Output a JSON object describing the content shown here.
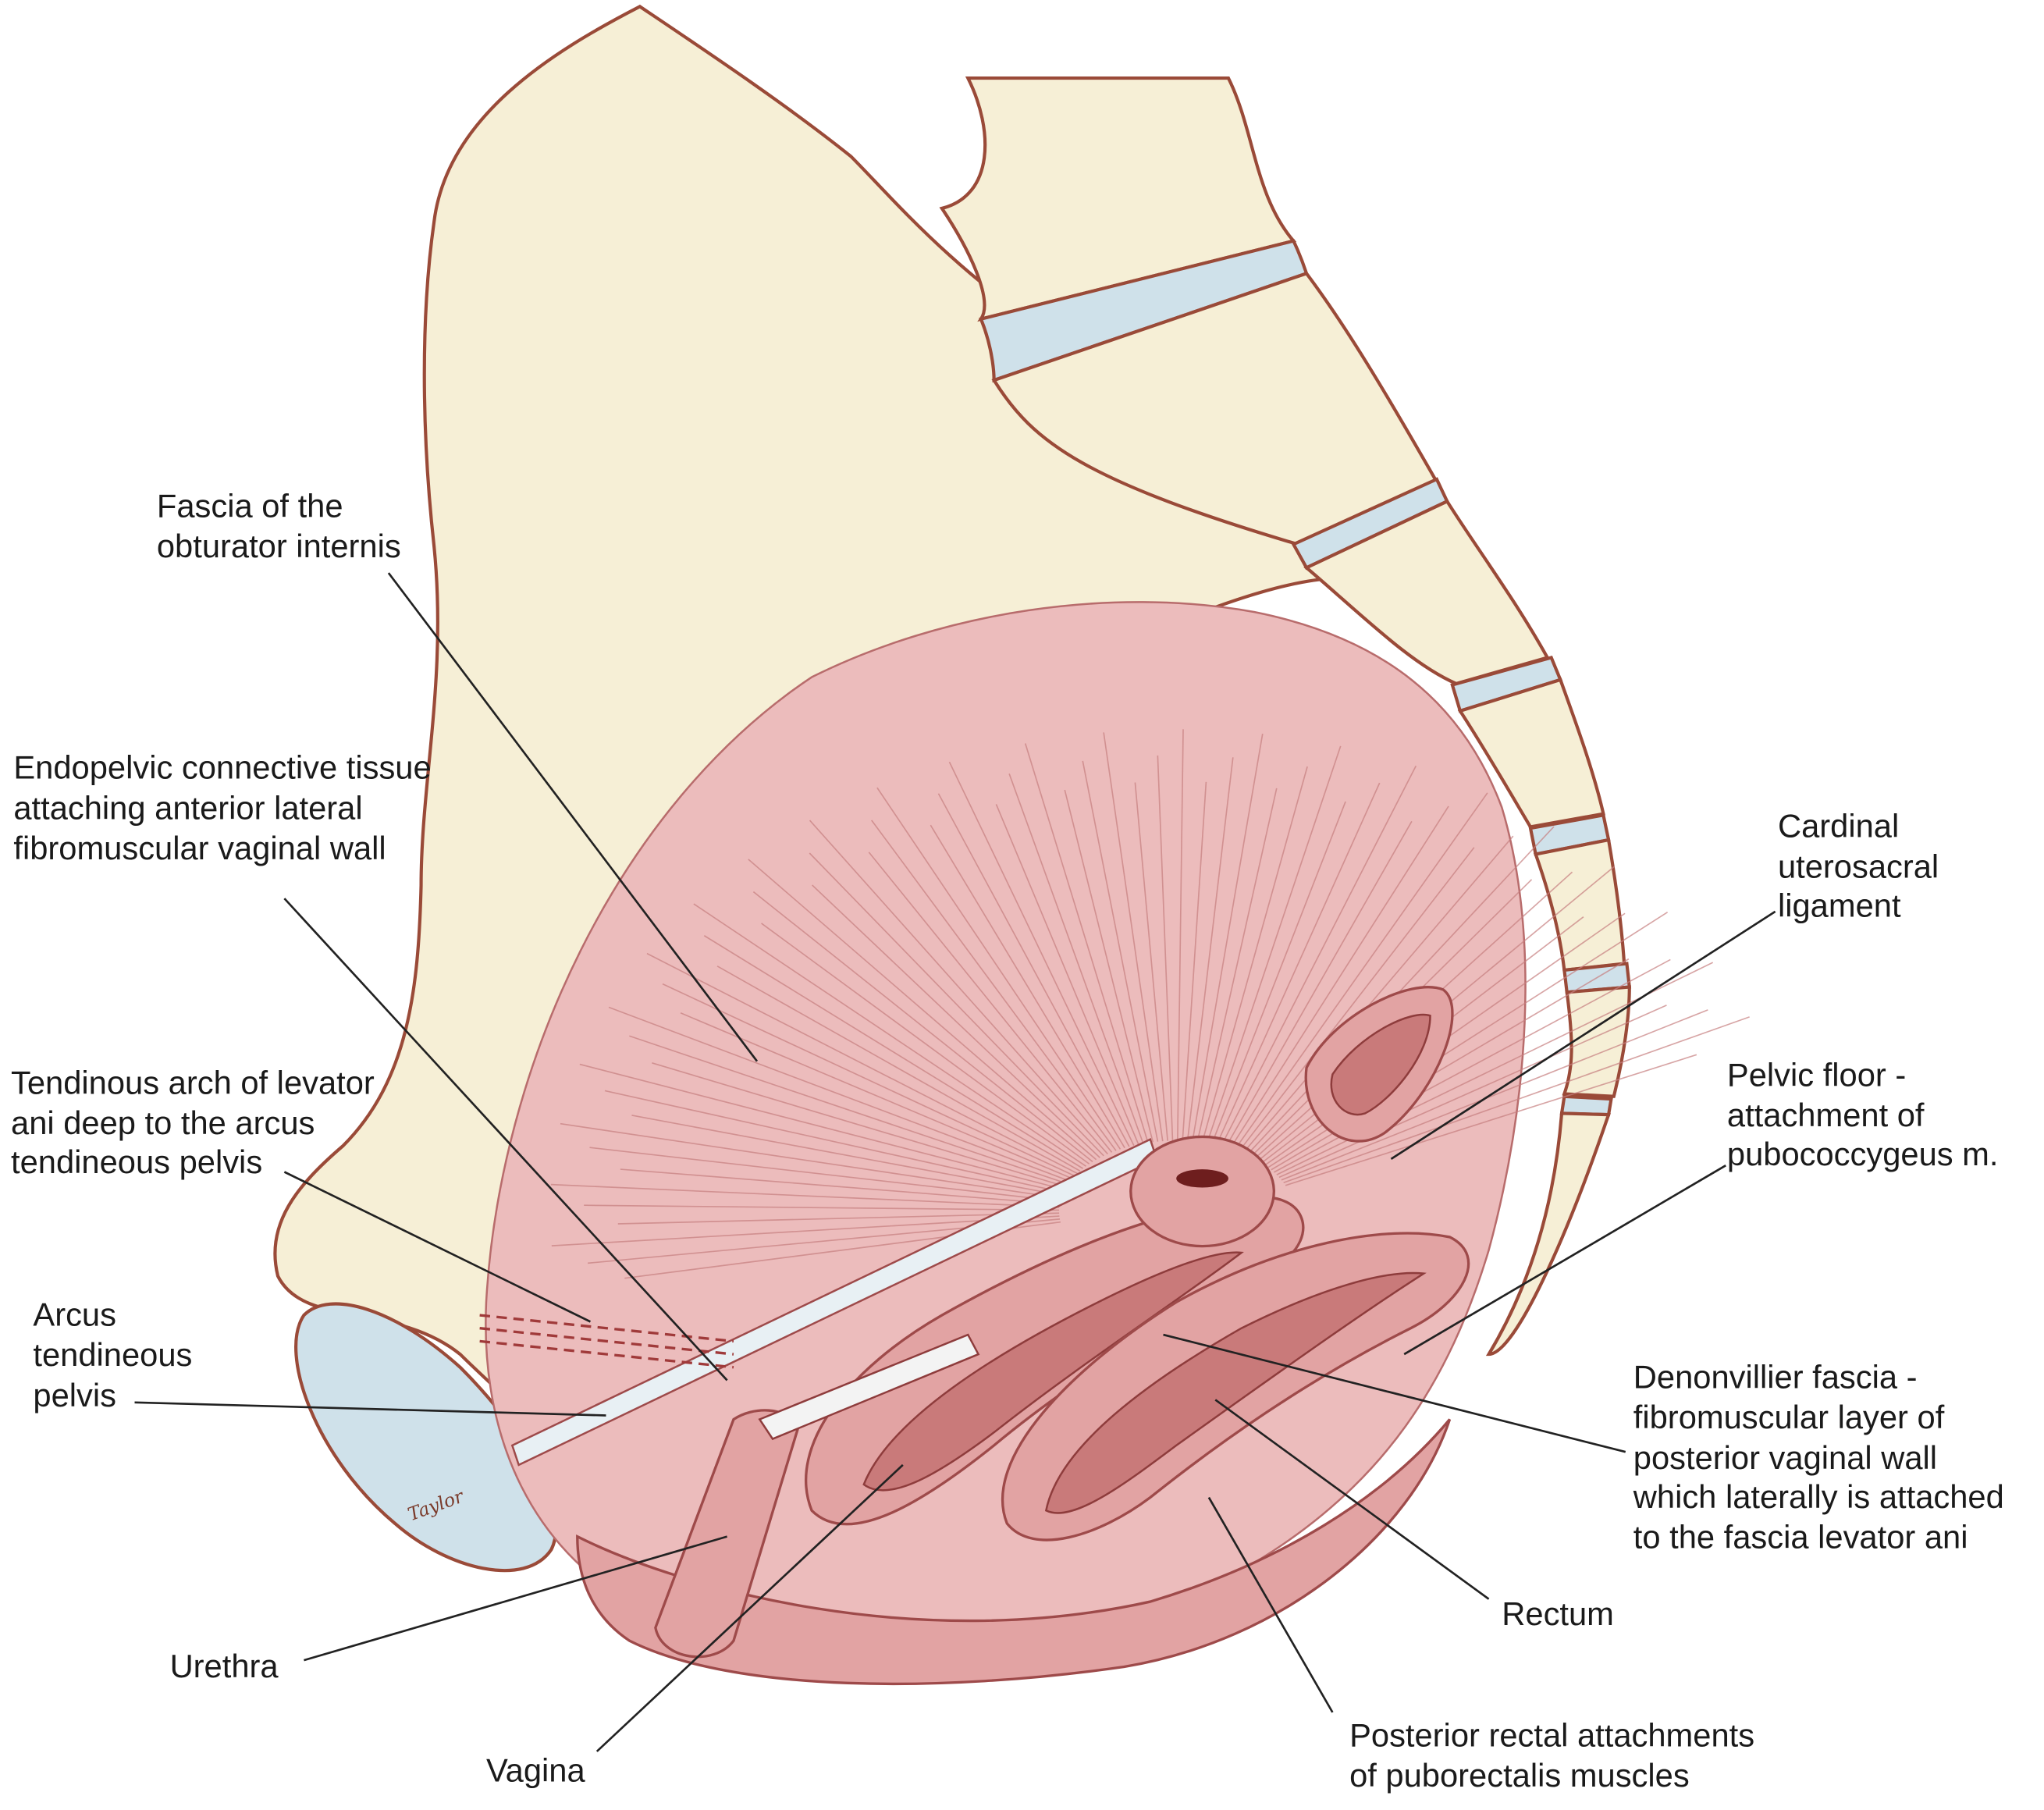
{
  "figure": {
    "artist_signature": "Taylor",
    "labels": [
      {
        "id": "fascia-obturator",
        "lines": [
          "Fascia of the",
          "obturator internis"
        ]
      },
      {
        "id": "endopelvic",
        "lines": [
          "Endopelvic connective tissue",
          "attaching anterior lateral",
          "fibromuscular vaginal wall"
        ]
      },
      {
        "id": "tendinous-arch",
        "lines": [
          "Tendinous arch of levator",
          "ani deep to the arcus",
          "tendineous pelvis"
        ]
      },
      {
        "id": "arcus",
        "lines": [
          "Arcus",
          "tendineous",
          "pelvis"
        ]
      },
      {
        "id": "urethra",
        "lines": [
          "Urethra"
        ]
      },
      {
        "id": "vagina",
        "lines": [
          "Vagina"
        ]
      },
      {
        "id": "cardinal",
        "lines": [
          "Cardinal",
          "uterosacral",
          "ligament"
        ]
      },
      {
        "id": "pelvic-floor",
        "lines": [
          "Pelvic floor -",
          "attachment of",
          "pubococcygeus m."
        ]
      },
      {
        "id": "denonvillier",
        "lines": [
          "Denonvillier fascia -",
          "fibromuscular layer of",
          "posterior vaginal wall",
          "which laterally is attached",
          "to the fascia levator ani"
        ]
      },
      {
        "id": "rectum",
        "lines": [
          "Rectum"
        ]
      },
      {
        "id": "posterior-rectal",
        "lines": [
          "Posterior rectal attachments",
          "of puborectalis muscles"
        ]
      }
    ]
  },
  "colors": {
    "bone": "#f6efd6",
    "outline": "#9a4a38",
    "disc": "#cfe1ea",
    "muscle": "#ecbcbc"
  }
}
